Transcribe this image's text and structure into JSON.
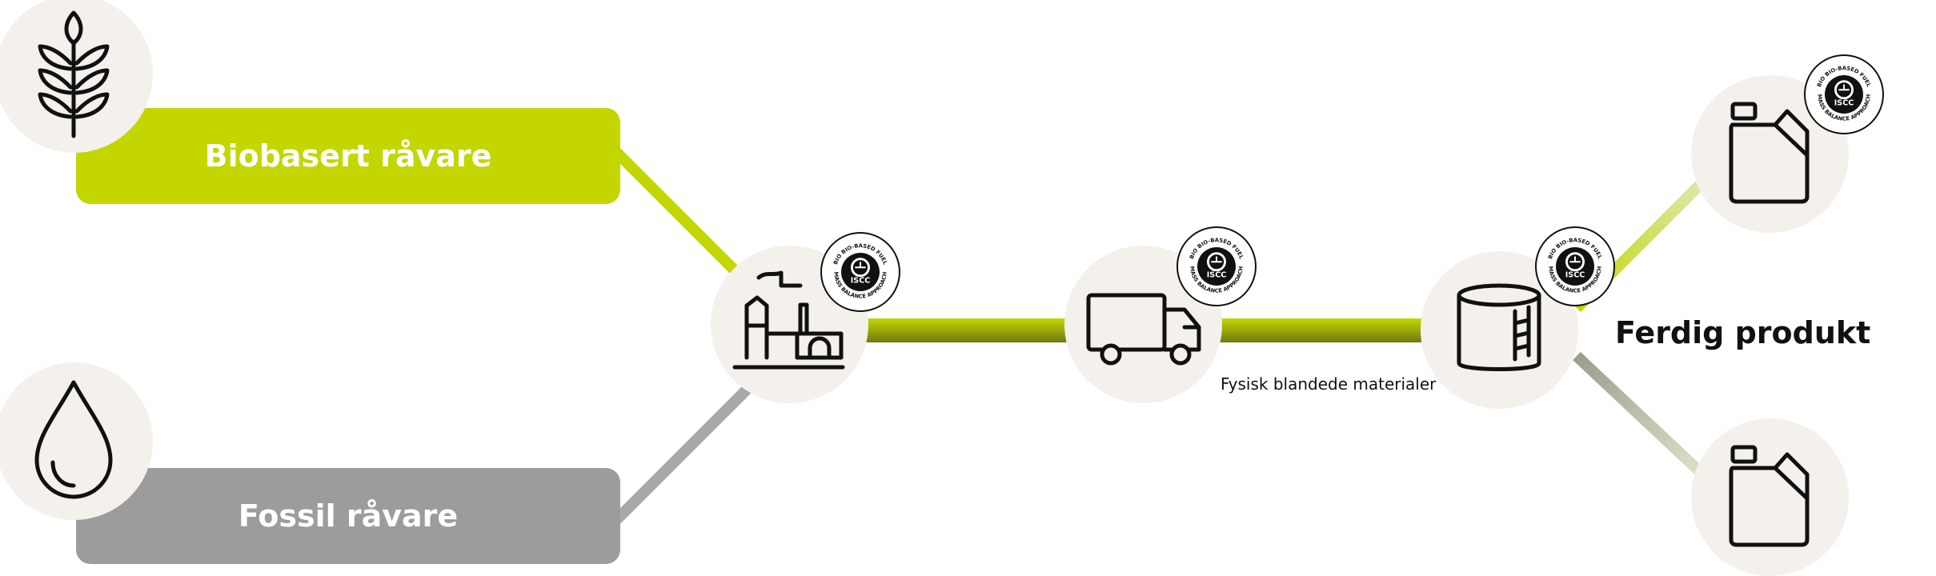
{
  "labels": {
    "bio": "Biobasert råvare",
    "fossil": "Fossil råvare",
    "final": "Ferdig produkt",
    "mixed": "Fysisk blandede materialer"
  },
  "seal": {
    "top_text": "BIO BIO-BASED FUEL",
    "bottom_text": "MASS BALANCE APPROACH",
    "center_text": "ISCC"
  },
  "icons": {
    "wheat": "wheat-icon",
    "drop": "oil-drop-icon",
    "factory": "factory-icon",
    "truck": "truck-icon",
    "tank": "storage-tank-icon",
    "canister": "canister-icon"
  },
  "colors": {
    "green": "#c3d600",
    "gray": "#9c9c9c",
    "circle": "#f4f1ec",
    "ink": "#111111"
  }
}
